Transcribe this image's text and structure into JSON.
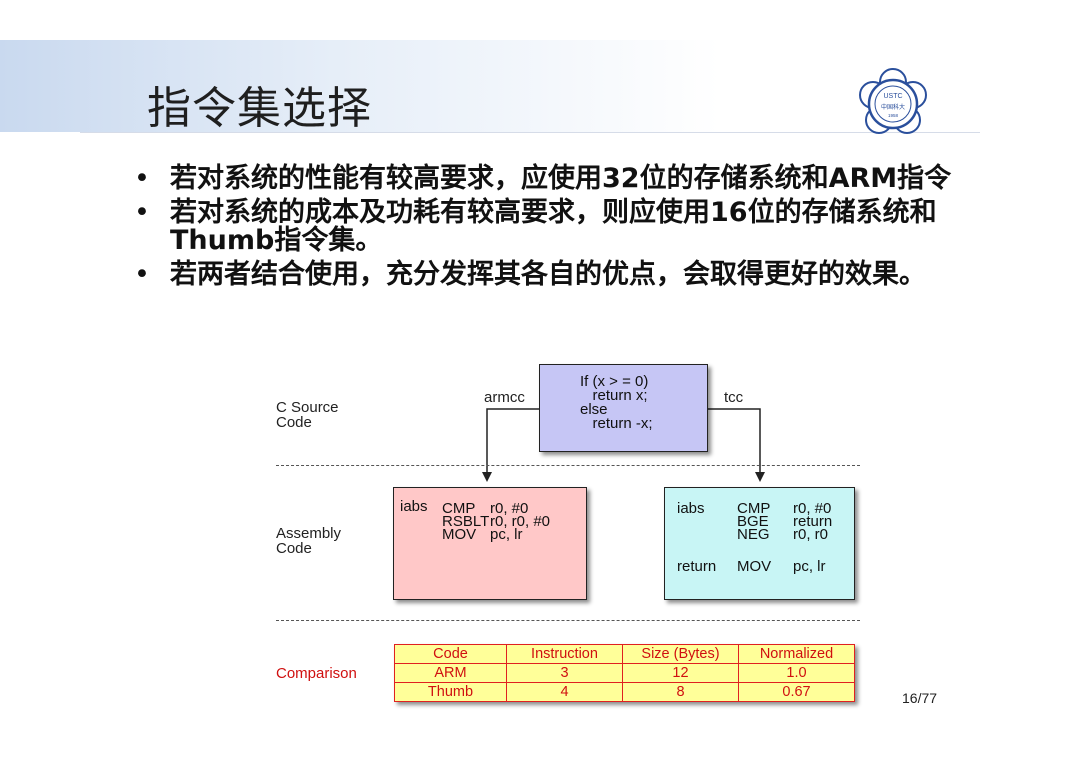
{
  "slide": {
    "title": "指令集选择",
    "page_number": "16/77",
    "logo": {
      "text_top": "USTC",
      "text_middle": "中国科大",
      "text_year": "1958"
    }
  },
  "bullets": [
    {
      "marker": "•",
      "text": "若对系统的性能有较高要求，应使用32位的存储系统和ARM指令"
    },
    {
      "marker": "•",
      "text": "若对系统的成本及功耗有较高要求，则应使用16位的存储系统和Thumb指令集。"
    },
    {
      "marker": "•",
      "text": "若两者结合使用，充分发挥其各自的优点，会取得更好的效果。"
    }
  ],
  "diagram": {
    "row_labels": {
      "c_source_line1": "C Source",
      "c_source_line2": "Code",
      "assembly_line1": "Assembly",
      "assembly_line2": "Code",
      "comparison": "Comparison"
    },
    "compilers": {
      "left": "armcc",
      "right": "tcc"
    },
    "source_code": [
      "If (x > = 0)",
      "   return x;",
      "else",
      "   return -x;"
    ],
    "arm_code": [
      {
        "label": "iabs",
        "op": "CMP",
        "args": "r0, #0"
      },
      {
        "label": "",
        "op": "RSBLT",
        "args": "r0, r0, #0"
      },
      {
        "label": "",
        "op": "MOV",
        "args": "pc, lr"
      }
    ],
    "thumb_code": [
      {
        "label": "iabs",
        "op": "CMP",
        "args": "r0, #0"
      },
      {
        "label": "",
        "op": "BGE",
        "args": "return"
      },
      {
        "label": "",
        "op": "NEG",
        "args": "r0, r0"
      },
      {
        "label": "return",
        "op": "MOV",
        "args": "pc, lr"
      }
    ],
    "comparison_table": {
      "headers": [
        "Code",
        "Instruction",
        "Size (Bytes)",
        "Normalized"
      ],
      "rows": [
        [
          "ARM",
          "3",
          "12",
          "1.0"
        ],
        [
          "Thumb",
          "4",
          "8",
          "0.67"
        ]
      ]
    }
  }
}
